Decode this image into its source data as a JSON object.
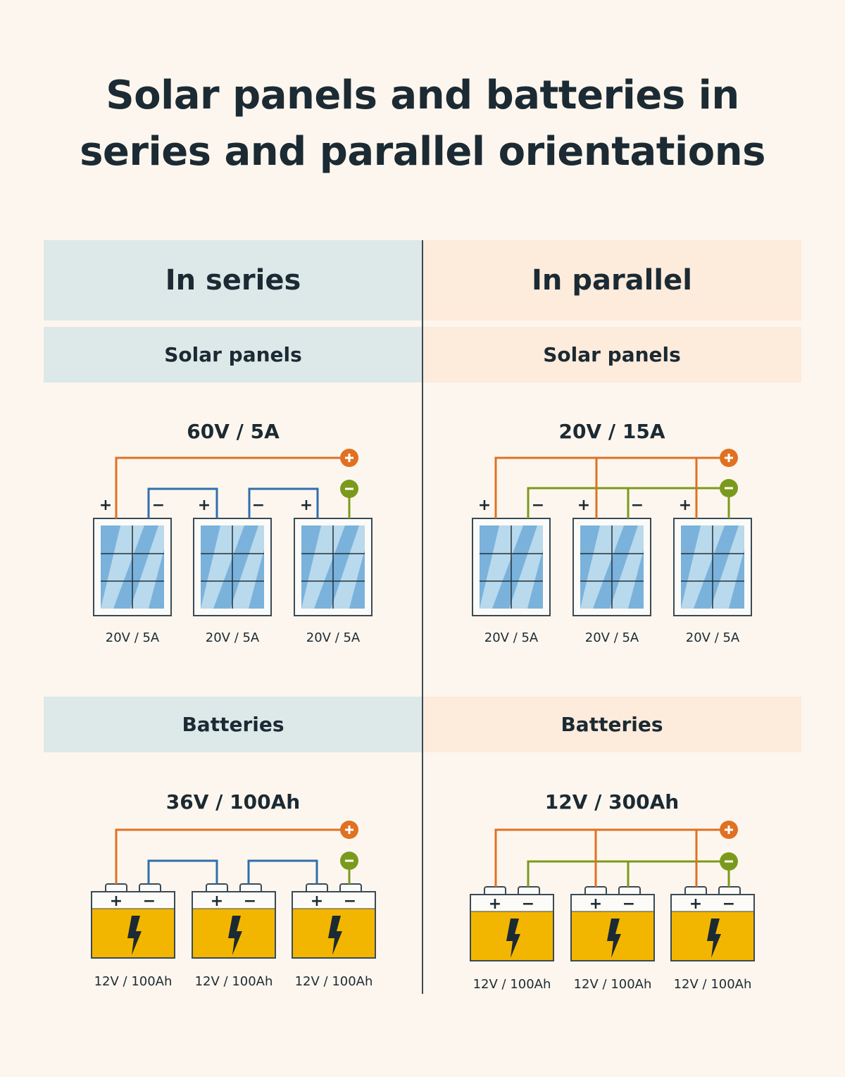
{
  "title_line1": "Solar panels and batteries in",
  "title_line2": "series and parallel orientations",
  "series": {
    "heading": "In series",
    "solar": {
      "heading": "Solar panels",
      "total": "60V / 5A",
      "unit_rating": "20V / 5A"
    },
    "batteries": {
      "heading": "Batteries",
      "total": "36V / 100Ah",
      "unit_rating": "12V / 100Ah"
    }
  },
  "parallel": {
    "heading": "In parallel",
    "solar": {
      "heading": "Solar panels",
      "total": "20V / 15A",
      "unit_rating": "20V / 5A"
    },
    "batteries": {
      "heading": "Batteries",
      "total": "12V / 300Ah",
      "unit_rating": "12V / 100Ah"
    }
  },
  "terminals": {
    "plus": "+",
    "minus": "−"
  },
  "colors": {
    "positive_wire": "#e07122",
    "negative_wire": "#7a9a1c",
    "series_link_wire": "#2f6fae",
    "battery_fill": "#f3b600",
    "panel_cell_dark": "#7ab2dc",
    "panel_cell_light": "#b9d9ec"
  },
  "icons": [
    "solar-panel-icon",
    "battery-icon",
    "lightning-bolt-icon",
    "positive-terminal-icon",
    "negative-terminal-icon"
  ]
}
